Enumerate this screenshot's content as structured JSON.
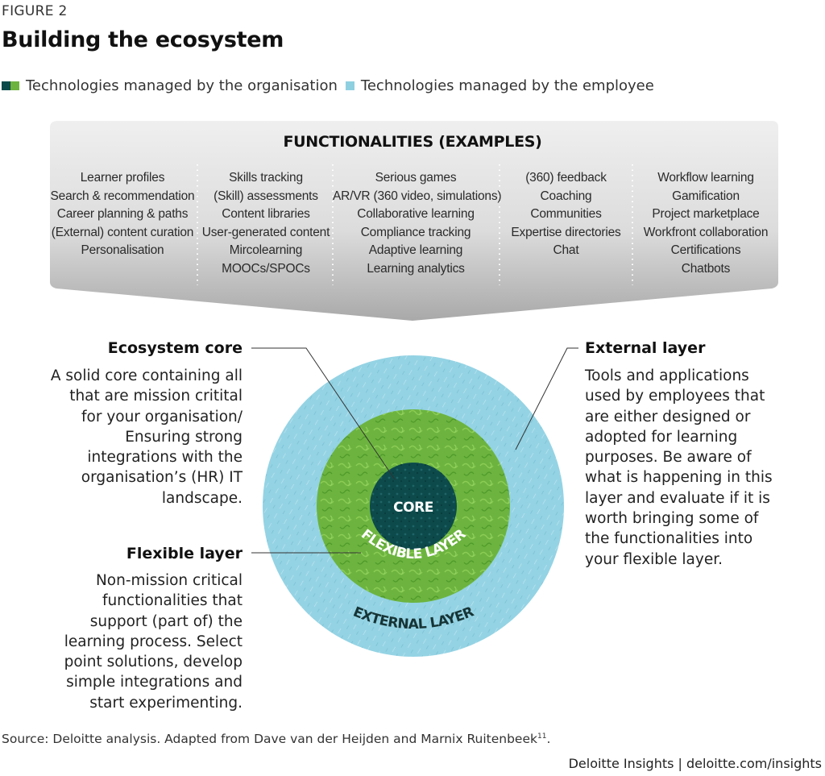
{
  "figure_label": "FIGURE 2",
  "title": "Building the ecosystem",
  "legend": [
    {
      "label": "Technologies managed by the organisation",
      "colors": [
        "#0b4a4a",
        "#6db33f"
      ]
    },
    {
      "label": "Technologies managed by the employee",
      "colors": [
        "#8fd0e0"
      ]
    }
  ],
  "functionalities": {
    "title": "FUNCTIONALITIES (EXAMPLES)",
    "columns": [
      [
        "Learner profiles",
        "Search & recommendation",
        "Career planning & paths",
        "(External) content curation",
        "Personalisation"
      ],
      [
        "Skills tracking",
        "(Skill) assessments",
        "Content libraries",
        "User-generated content",
        "Mircolearning",
        "MOOCs/SPOCs"
      ],
      [
        "Serious games",
        "AR/VR (360 video, simulations)",
        "Collaborative learning",
        "Compliance tracking",
        "Adaptive learning",
        "Learning analytics"
      ],
      [
        "(360) feedback",
        "Coaching",
        "Communities",
        "Expertise directories",
        "Chat"
      ],
      [
        "Workflow learning",
        "Gamification",
        "Project marketplace",
        "Workfront collaboration",
        "Certifications",
        "Chatbots"
      ]
    ]
  },
  "rings": {
    "core_label": "CORE",
    "flexible_label": "FLEXIBLE LAYER",
    "external_label": "EXTERNAL LAYER",
    "colors": {
      "core": "#0d4a4b",
      "flexible": "#6cb43f",
      "external": "#94d3e4"
    }
  },
  "descriptions": {
    "core": {
      "title": "Ecosystem core",
      "text": "A solid core containing all that are mission critital for your organisation/ Ensuring strong integrations with the organisation’s (HR) IT landscape."
    },
    "flexible": {
      "title": "Flexible layer",
      "text": "Non-mission critical functionalities that support (part of) the learning process. Select point solutions, develop simple integrations and start experimenting."
    },
    "external": {
      "title": "External layer",
      "text": "Tools and applications used by employees that are either designed or adopted for learning purposes. Be aware of what is happening in this layer and evaluate if it is worth bringing some of the functionalities into your flexible layer."
    }
  },
  "source": "Source: Deloitte analysis. Adapted from Dave van der Heijden and Marnix Ruitenbeek",
  "source_sup": "11",
  "source_end": ".",
  "credit": "Deloitte Insights | deloitte.com/insights"
}
